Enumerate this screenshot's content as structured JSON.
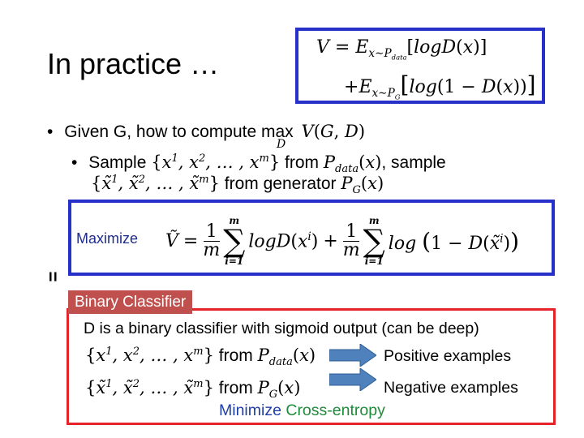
{
  "title": "In practice …",
  "value_function": {
    "line1": "V = E_{x~P_data}[logD(x)]",
    "line2": "+E_{x~P_G}[log(1 − D(x))]"
  },
  "bullets": {
    "main": "Given G, how to compute max_D V(G, D)",
    "sample_line1": "Sample {x¹, x², … , x^m} from P_data(x), sample",
    "sample_line2": "{x̃¹, x̃², … , x̃^m} from generator P_G(x)"
  },
  "objective": {
    "label": "Maximize",
    "formula": "Ṽ = (1/m) Σ_{i=1}^{m} logD(x^i) + (1/m) Σ_{i=1}^{m} log(1 − D(x̃^i))"
  },
  "equals_marker": "=",
  "classifier": {
    "tag": "Binary Classifier",
    "description": "D is a binary classifier with sigmoid output (can be deep)",
    "positive_set": "{x¹, x², … , x^m} from P_data(x)",
    "positive_label": "Positive examples",
    "negative_set": "{x̃¹, x̃², … , x̃^m} from P_G(x)",
    "negative_label": "Negative examples",
    "minimize_word": "Minimize",
    "loss_word": "Cross-entropy"
  },
  "colors": {
    "blue_frame": "#2731c9",
    "red_frame": "#e5232b",
    "tag_bg": "#c0504d",
    "arrow_fill": "#4f81bd",
    "minimize_text": "#1f3fa8",
    "cross_entropy_text": "#1f8a3a"
  }
}
